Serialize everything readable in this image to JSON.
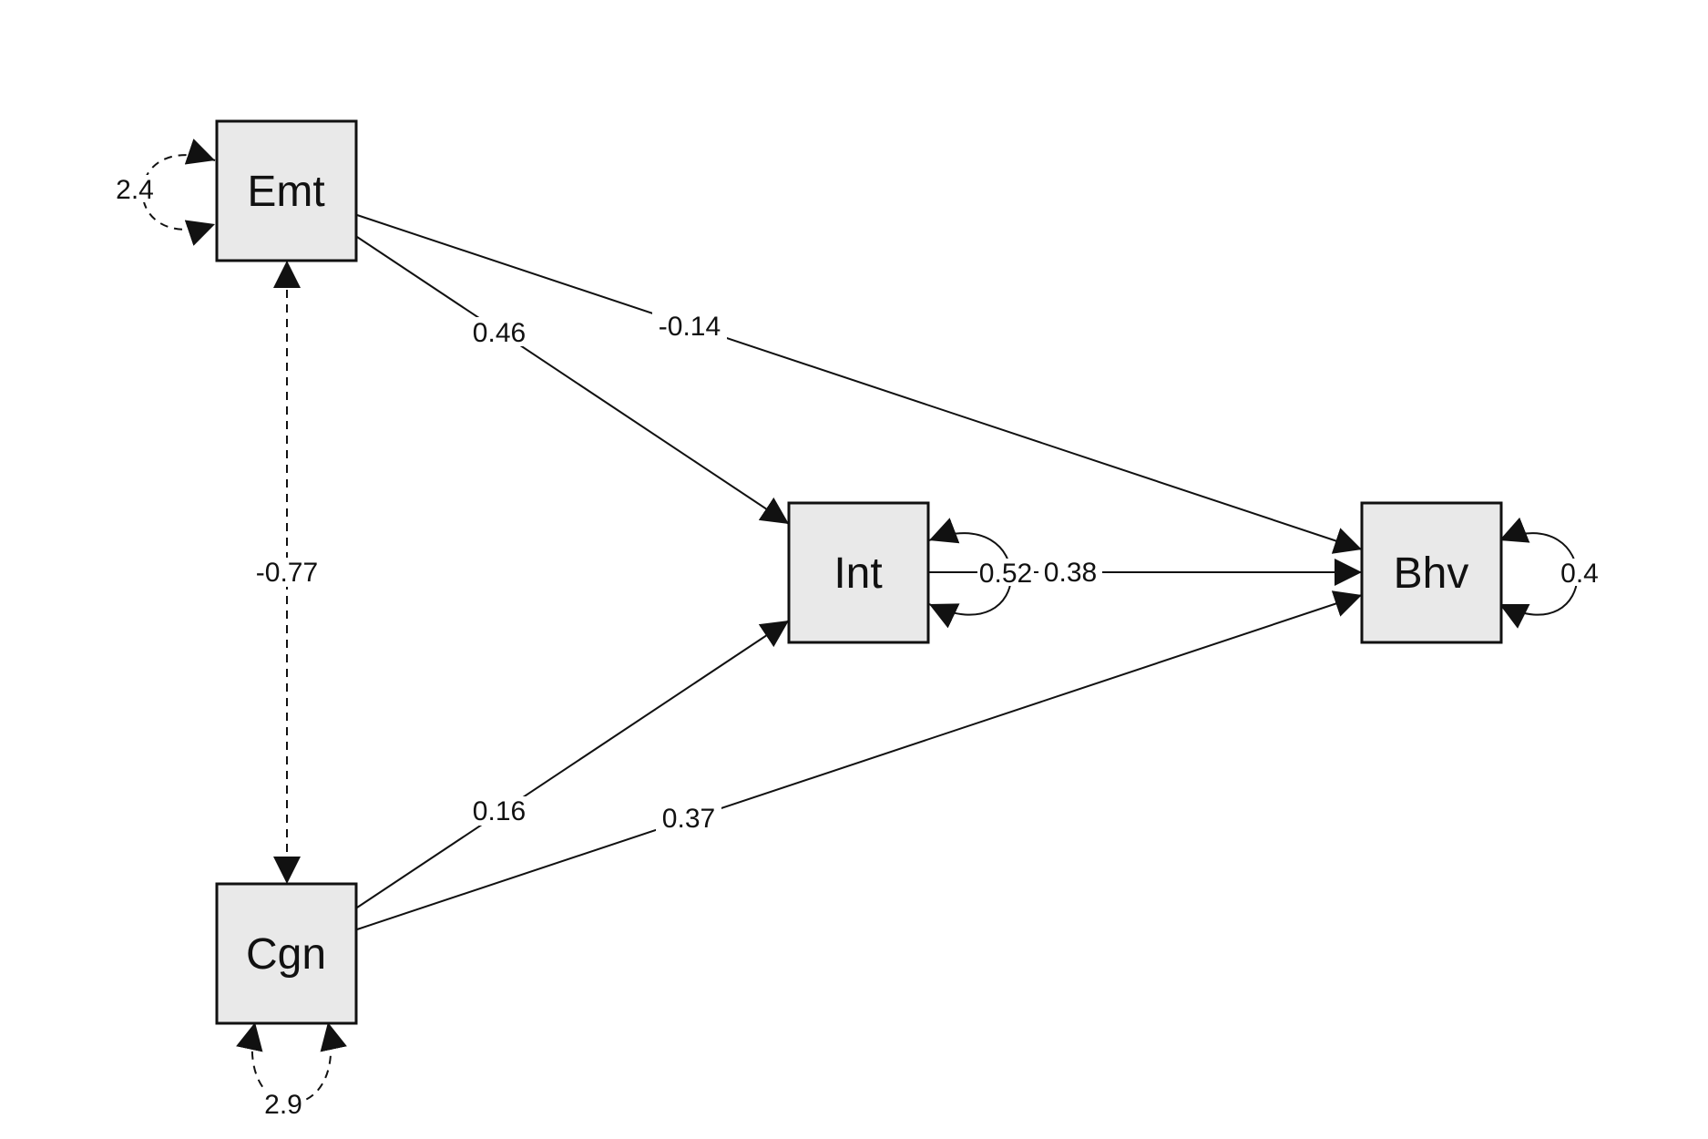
{
  "diagram": {
    "type": "path-diagram",
    "nodes": [
      {
        "id": "emt",
        "label": "Emt"
      },
      {
        "id": "int",
        "label": "Int"
      },
      {
        "id": "bhv",
        "label": "Bhv"
      },
      {
        "id": "cgn",
        "label": "Cgn"
      }
    ],
    "paths": [
      {
        "from": "Emt",
        "to": "Int",
        "label": "0.46",
        "style": "solid"
      },
      {
        "from": "Emt",
        "to": "Bhv",
        "label": "-0.14",
        "style": "solid"
      },
      {
        "from": "Cgn",
        "to": "Int",
        "label": "0.16",
        "style": "solid"
      },
      {
        "from": "Cgn",
        "to": "Bhv",
        "label": "0.37",
        "style": "solid"
      },
      {
        "from": "Int",
        "to": "Bhv",
        "label": "0.38",
        "style": "solid"
      },
      {
        "from": "Emt",
        "to": "Cgn",
        "label": "-0.77",
        "style": "dashed",
        "bidirectional": true
      }
    ],
    "variances": [
      {
        "node": "Emt",
        "label": "2.4",
        "style": "dashed"
      },
      {
        "node": "Cgn",
        "label": "2.9",
        "style": "dashed"
      },
      {
        "node": "Int",
        "label": "0.52",
        "style": "solid"
      },
      {
        "node": "Bhv",
        "label": "0.4",
        "style": "solid"
      }
    ]
  },
  "colors": {
    "node_fill": "#e9e9e9",
    "stroke": "#111111",
    "background": "#ffffff"
  }
}
